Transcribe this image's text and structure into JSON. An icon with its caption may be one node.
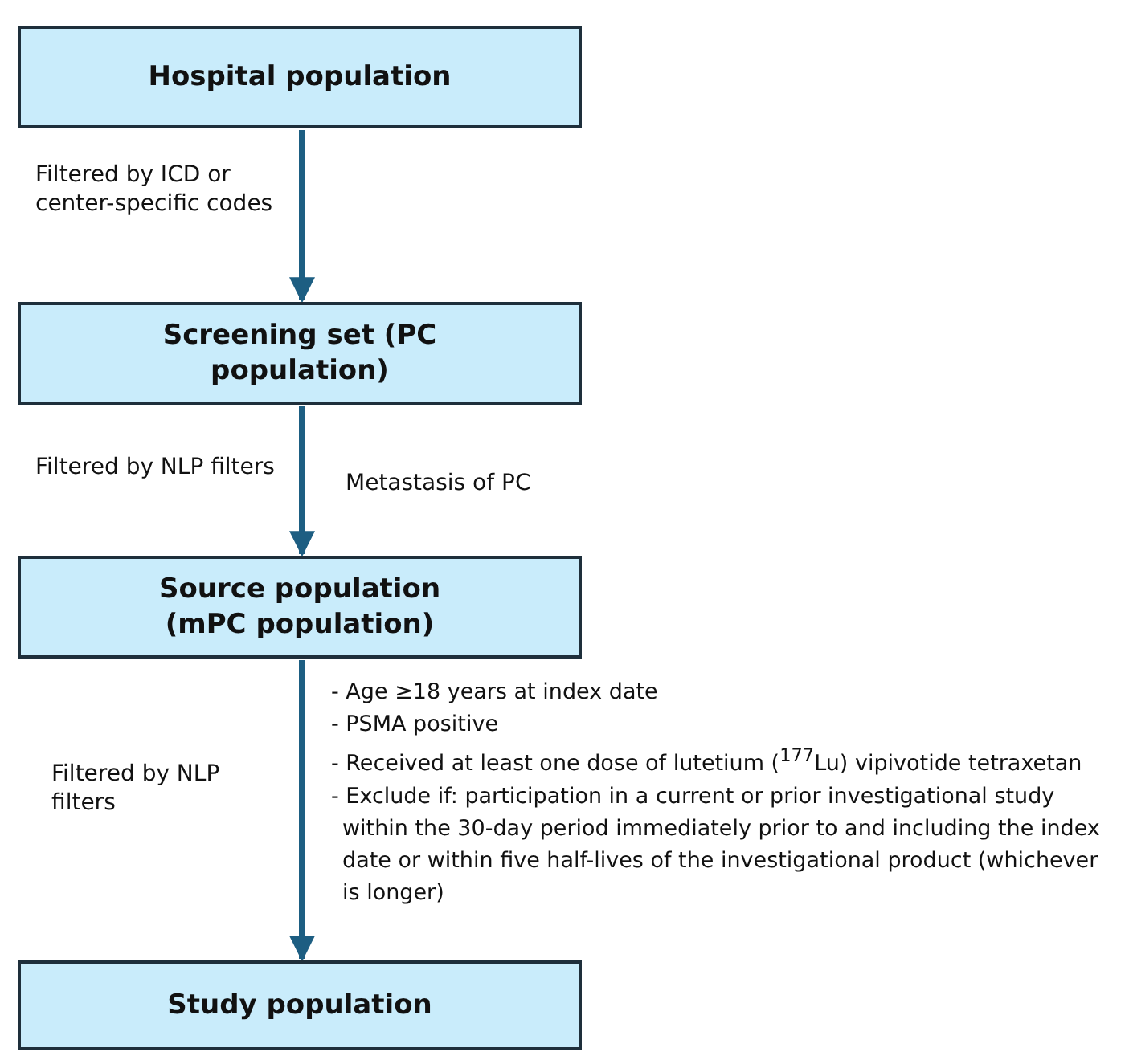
{
  "diagram": {
    "nodes": [
      {
        "text": [
          "Hospital population"
        ]
      },
      {
        "text": [
          "Screening set (PC population)"
        ]
      },
      {
        "text": [
          "Source population (mPC population)"
        ]
      },
      {
        "text": [
          "Study population"
        ]
      }
    ],
    "edges": [
      {
        "from": 0,
        "to": 1,
        "arrow": "to",
        "label": "Filtered by ICD or center-specific codes"
      },
      {
        "from": 1,
        "to": 2,
        "arrow": "to",
        "label": "Filtered by NLP filters"
      },
      {
        "from": 2,
        "to": 3,
        "arrow": "to",
        "label": "Filtered by NLP filters"
      }
    ],
    "labels": [
      "Metastasis of PC",
      "- Age ≥18 years at index date",
      "- PSMA positive",
      "- Received at least one dose of lutetium ($^{177}$Lu) vipivotide tetraxetan",
      "- Exclude if: participation in a current or prior investigational study within the 30-day period immediately prior to and including the index date or within five half-lives of the investigational product (whichever is longer)"
    ]
  }
}
